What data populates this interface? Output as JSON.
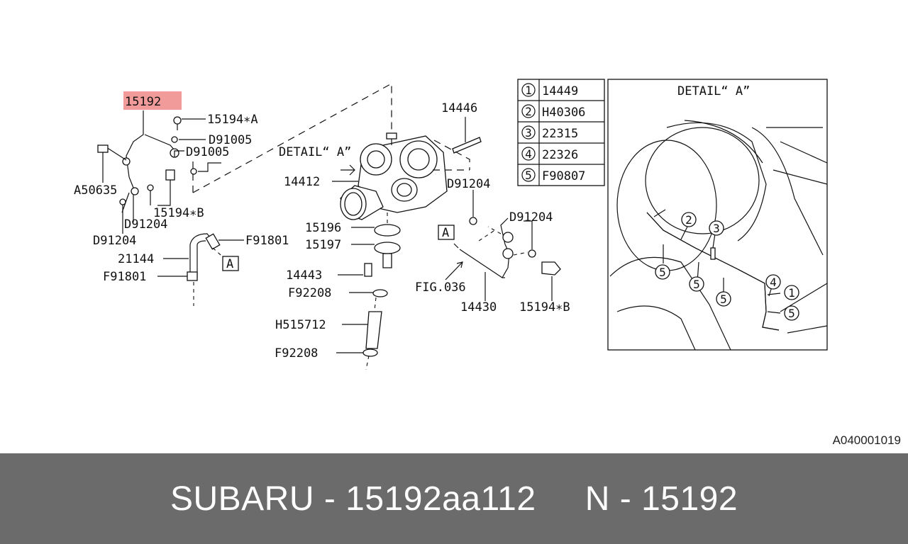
{
  "diagram": {
    "highlight_part": "15192",
    "labels": {
      "p15192": "15192",
      "p15194a": "15194∗A",
      "p_d91005_1": "D91005",
      "p_d91005_2": "D91005",
      "p_a50635": "A50635",
      "p_15194b_left": "15194∗B",
      "p_d91204_a": "D91204",
      "p_d91204_b": "D91204",
      "p21144": "21144",
      "p_f91801_top": "F91801",
      "p_f91801_bottom": "F91801",
      "p_box_a_left": "A",
      "p_detail_a_main": "DETAIL“ A”",
      "p14412": "14412",
      "p14446": "14446",
      "p_d91204_c": "D91204",
      "p_d91204_d": "D91204",
      "p15196": "15196",
      "p15197": "15197",
      "p14443": "14443",
      "p_f92208_1": "F92208",
      "p_h515712": "H515712",
      "p_f92208_2": "F92208",
      "p_box_a_right": "A",
      "p_fig036": "FIG.036",
      "p14430": "14430",
      "p_15194b_right": "15194∗B"
    },
    "legend": [
      {
        "num": "1",
        "part": "14449"
      },
      {
        "num": "2",
        "part": "H40306"
      },
      {
        "num": "3",
        "part": "22315"
      },
      {
        "num": "4",
        "part": "22326"
      },
      {
        "num": "5",
        "part": "F90807"
      }
    ],
    "detail_title": "DETAIL“ A”",
    "detail_callouts": [
      "2",
      "3",
      "5",
      "5",
      "5",
      "4",
      "1",
      "5"
    ],
    "ref_code": "A040001019"
  },
  "footer": {
    "brand": "SUBARU",
    "sep1": " - ",
    "part_number": "15192aa112",
    "gap": "     ",
    "n_prefix": "N",
    "sep2": " - ",
    "n_value": "15192"
  }
}
